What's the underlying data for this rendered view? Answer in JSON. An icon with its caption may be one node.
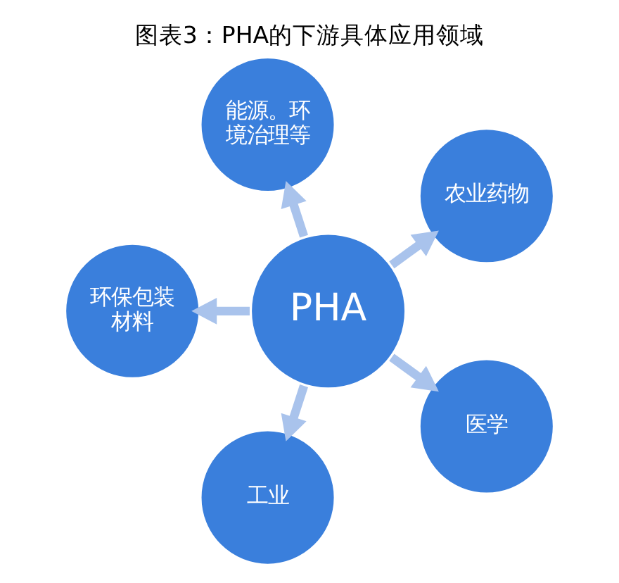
{
  "diagram": {
    "title": "图表3：PHA的下游具体应用领域",
    "nodes": [
      {
        "text": [
          "农业药物"
        ]
      },
      {
        "text": [
          "能源。环境治理等"
        ]
      },
      {
        "text": [
          "PHA"
        ]
      },
      {
        "text": [
          "环保包装材料"
        ]
      },
      {
        "text": [
          "工业"
        ]
      },
      {
        "text": [
          "医学"
        ]
      }
    ],
    "edges": [
      {
        "from": 2,
        "to": 0,
        "arrow": "to"
      },
      {
        "from": 2,
        "to": 3,
        "arrow": "to"
      },
      {
        "from": 2,
        "to": 5,
        "arrow": "to"
      },
      {
        "from": 2,
        "to": 4,
        "arrow": "to"
      },
      {
        "from": 2,
        "to": 1,
        "arrow": "to"
      }
    ]
  }
}
